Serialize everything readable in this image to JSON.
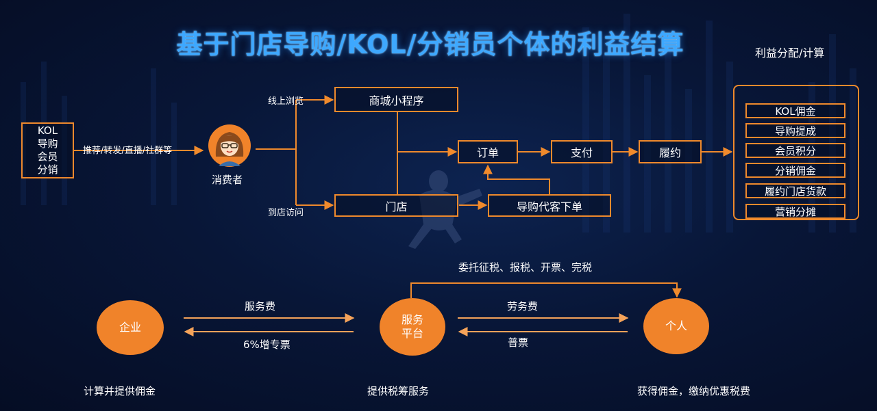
{
  "title": "基于门店导购/KOL/分销员个体的利益结算",
  "settlement_caption": "利益分配/计算",
  "source_box": {
    "lines": [
      "KOL",
      "导购",
      "会员",
      "分销"
    ]
  },
  "source_arrow_label": "推荐/转发/直播/社群等",
  "consumer": {
    "label": "消费者",
    "icon": "woman-avatar-icon"
  },
  "branches": {
    "online": "线上浏览",
    "offline": "到店访问"
  },
  "nodes": {
    "mall": "商城小程序",
    "store": "门店",
    "order": "订单",
    "pay": "支付",
    "fulfill": "履约",
    "guide_order": "导购代客下单"
  },
  "settlement_items": [
    "KOL佣金",
    "导购提成",
    "会员积分",
    "分销佣金",
    "履约门店货款",
    "营销分摊"
  ],
  "tax": {
    "enterprise": "企业",
    "platform": [
      "服务",
      "平台"
    ],
    "individual": "个人",
    "fee_to_platform": "服务费",
    "invoice_to_enterprise": "6%增专票",
    "fee_to_individual": "劳务费",
    "invoice_from_individual": "普票",
    "delegated_tax": "委托征税、报税、开票、完税",
    "enterprise_desc": "计算并提供佣金",
    "platform_desc": "提供税筹服务",
    "individual_desc": "获得佣金，缴纳优惠税费"
  },
  "colors": {
    "accent": "#f08a2c",
    "title": "#3ea8ff",
    "background": "#081637"
  }
}
